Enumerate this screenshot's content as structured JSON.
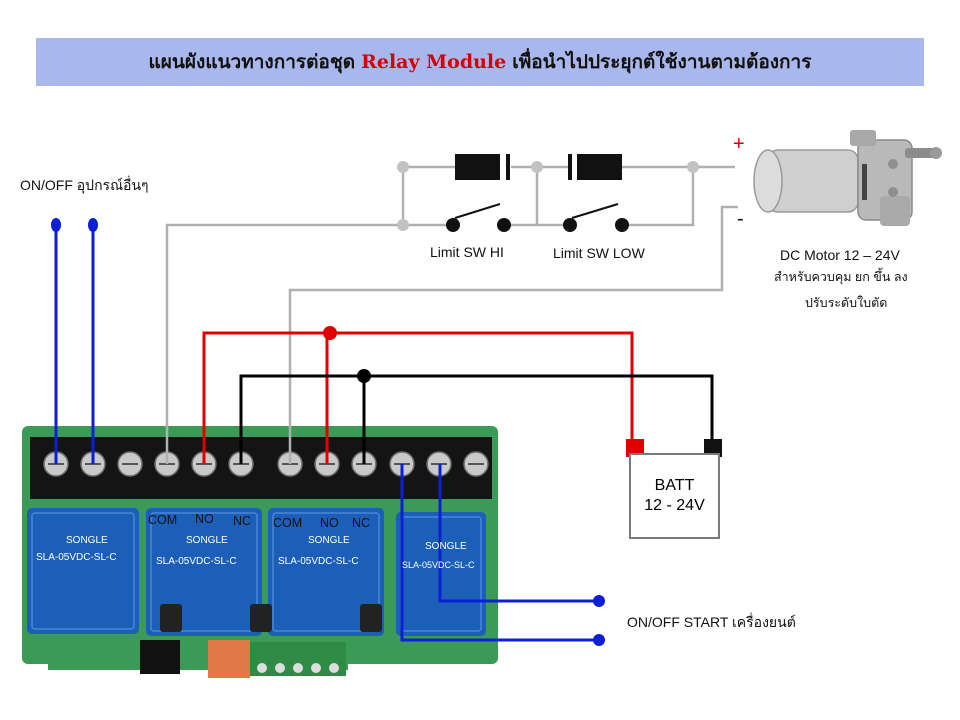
{
  "banner": {
    "title_before": "แผนผังแนวทางการต่อชุด",
    "title_highlight": "Relay Module",
    "title_after": "เพื่อนำไปประยุกต์ใช้งานตามต้องการ"
  },
  "labels": {
    "onoff_other": "ON/OFF อุปกรณ์อื่นๆ",
    "limit_hi": "Limit SW HI",
    "limit_low": "Limit SW LOW",
    "motor_title": "DC Motor  12 – 24V",
    "motor_desc1": "สำหรับควบคุม  ยก ขึ้น ลง",
    "motor_desc2": "ปรับระดับใบตัด",
    "plus": "+",
    "minus": "-",
    "batt_line1": "BATT",
    "batt_line2": "12 - 24V",
    "onoff_start": "ON/OFF START เครื่องยนต์",
    "relay1_com": "COM",
    "relay1_no": "NO",
    "relay1_nc": "NC",
    "relay2_com": "COM",
    "relay2_no": "NO",
    "relay2_nc": "NC",
    "relay_brand": "SONGLE",
    "relay_model": "SLA-05VDC-SL-C"
  },
  "colors": {
    "banner_bg": "#a9b8ec",
    "highlight": "#d40000",
    "wire_blue": "#0b1fd6",
    "wire_red": "#e00000",
    "wire_black": "#000000",
    "wire_gray": "#b0b0b0",
    "relay_blue": "#1b5fb8",
    "pcb_green": "#3b9a55"
  },
  "icons": {
    "motor": "dc-motor-icon",
    "diode": "diode-icon",
    "switch": "limit-switch-icon",
    "relay_board": "relay-module-icon"
  }
}
